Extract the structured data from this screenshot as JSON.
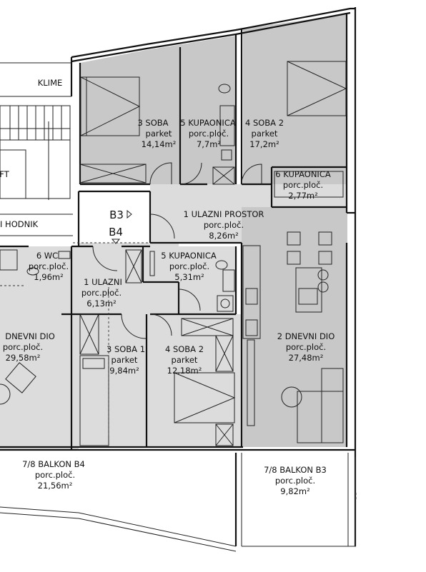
{
  "labels": {
    "klime": "KLIME",
    "lift": "FT",
    "hodnik": "I HODNIK",
    "b3": "B3",
    "b4": "B4"
  },
  "rooms": [
    {
      "id": "b4-soba-3",
      "name": "3 SOBA",
      "floor": "parket",
      "area": "14,14m²"
    },
    {
      "id": "b4-kupaonica-5-top",
      "name": "5 KUPAONICA",
      "floor": "porc.ploč.",
      "area": "7,7m²"
    },
    {
      "id": "b3-soba-4",
      "name": "4 SOBA 2",
      "floor": "parket",
      "area": "17,2m²"
    },
    {
      "id": "b3-kupaonica-6",
      "name": "6 KUPAONICA",
      "floor": "porc.ploč.",
      "area": "2,77m²"
    },
    {
      "id": "b3-ulazni",
      "name": "1 ULAZNI PROSTOR",
      "floor": "porc.ploč.",
      "area": "8,26m²"
    },
    {
      "id": "b4-wc",
      "name": "6 WC",
      "floor": "porc.ploč.",
      "area": "1,96m²"
    },
    {
      "id": "b4-kupaonica-5",
      "name": "5 KUPAONICA",
      "floor": "porc.ploč.",
      "area": "5,31m²"
    },
    {
      "id": "b4-ulazni",
      "name": "1 ULAZNI",
      "floor": "porc.ploč.",
      "area": "6,13m²"
    },
    {
      "id": "b4-dnevni",
      "name": "DNEVNI DIO",
      "floor": "porc.ploč.",
      "area": "29,58m²"
    },
    {
      "id": "b4-soba-1",
      "name": "3 SOBA 1",
      "floor": "parket",
      "area": "9,84m²"
    },
    {
      "id": "b4-soba-2",
      "name": "4 SOBA 2",
      "floor": "parket",
      "area": "12,18m²"
    },
    {
      "id": "b3-dnevni",
      "name": "2 DNEVNI DIO",
      "floor": "porc.ploč.",
      "area": "27,48m²"
    },
    {
      "id": "b4-balkon",
      "name": "7/8 BALKON B4",
      "floor": "porc.ploč.",
      "area": "21,56m²"
    },
    {
      "id": "b3-balkon",
      "name": "7/8 BALKON B3",
      "floor": "porc.ploč.",
      "area": "9,82m²"
    }
  ]
}
